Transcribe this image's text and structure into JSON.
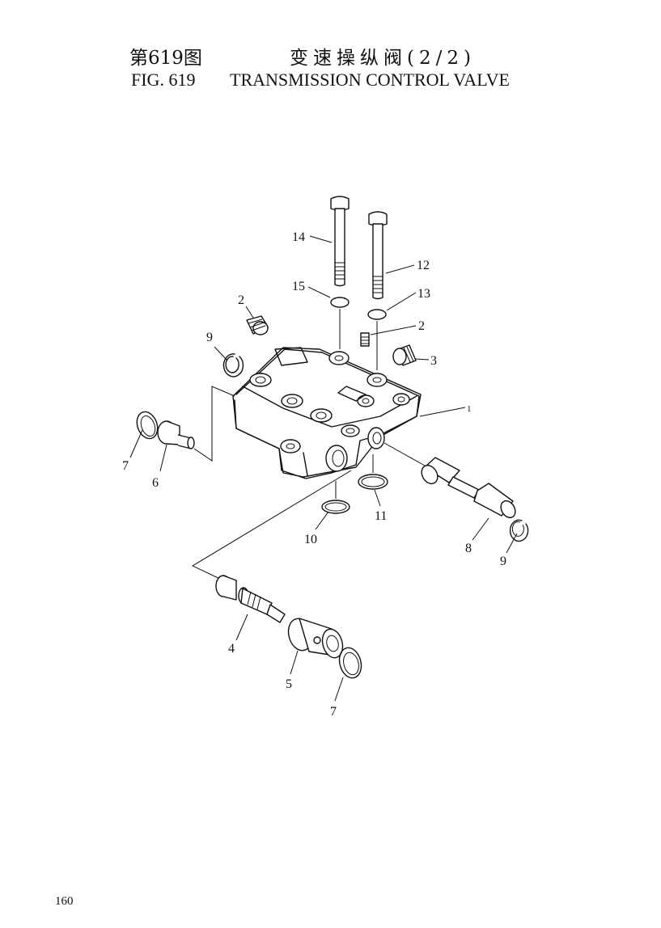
{
  "header": {
    "cn_fig": "第619图",
    "cn_title": "变速操纵阀(2/2)",
    "en_fig": "FIG. 619",
    "en_title": "TRANSMISSION CONTROL VALVE"
  },
  "callouts": [
    "14",
    "12",
    "15",
    "13",
    "2",
    "2",
    "3",
    "9",
    "1",
    "7",
    "6",
    "11",
    "10",
    "8",
    "9",
    "4",
    "5",
    "7"
  ],
  "page_number": "160"
}
